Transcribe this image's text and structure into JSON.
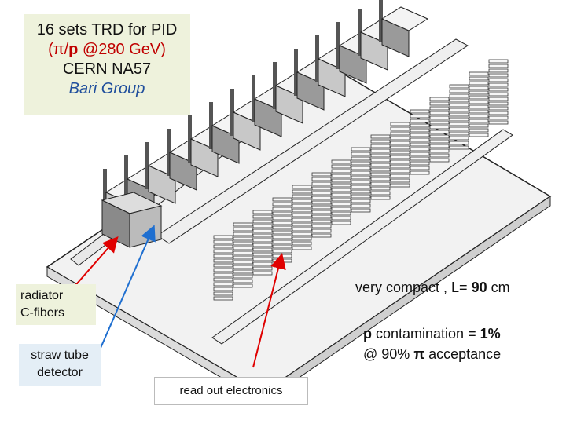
{
  "title": {
    "line1": "16 sets TRD for PID",
    "line2_open": "(",
    "line2_pi": "π",
    "line2_slash": "/",
    "line2_p": "p",
    "line2_rest": " @280 GeV)",
    "line3": "CERN  NA57",
    "line4": "Bari Group"
  },
  "labels": {
    "radiator_line1": "radiator",
    "radiator_line2": "C-fibers",
    "straw_line1": "straw tube",
    "straw_line2": "detector",
    "readout": "read out electronics",
    "compact_prefix": "very compact , L= ",
    "compact_value": "90",
    "compact_unit": " cm",
    "contam_p": "p",
    "contam_text": " contamination = ",
    "contam_value": "1%",
    "contam_line2_prefix": "@ 90% ",
    "contam_pi": "π",
    "contam_line2_suffix": " acceptance"
  },
  "colors": {
    "title_red": "#c00000",
    "title_blue": "#1f4e9c",
    "arrow_red": "#e00000",
    "arrow_blue": "#1f6fd0"
  }
}
